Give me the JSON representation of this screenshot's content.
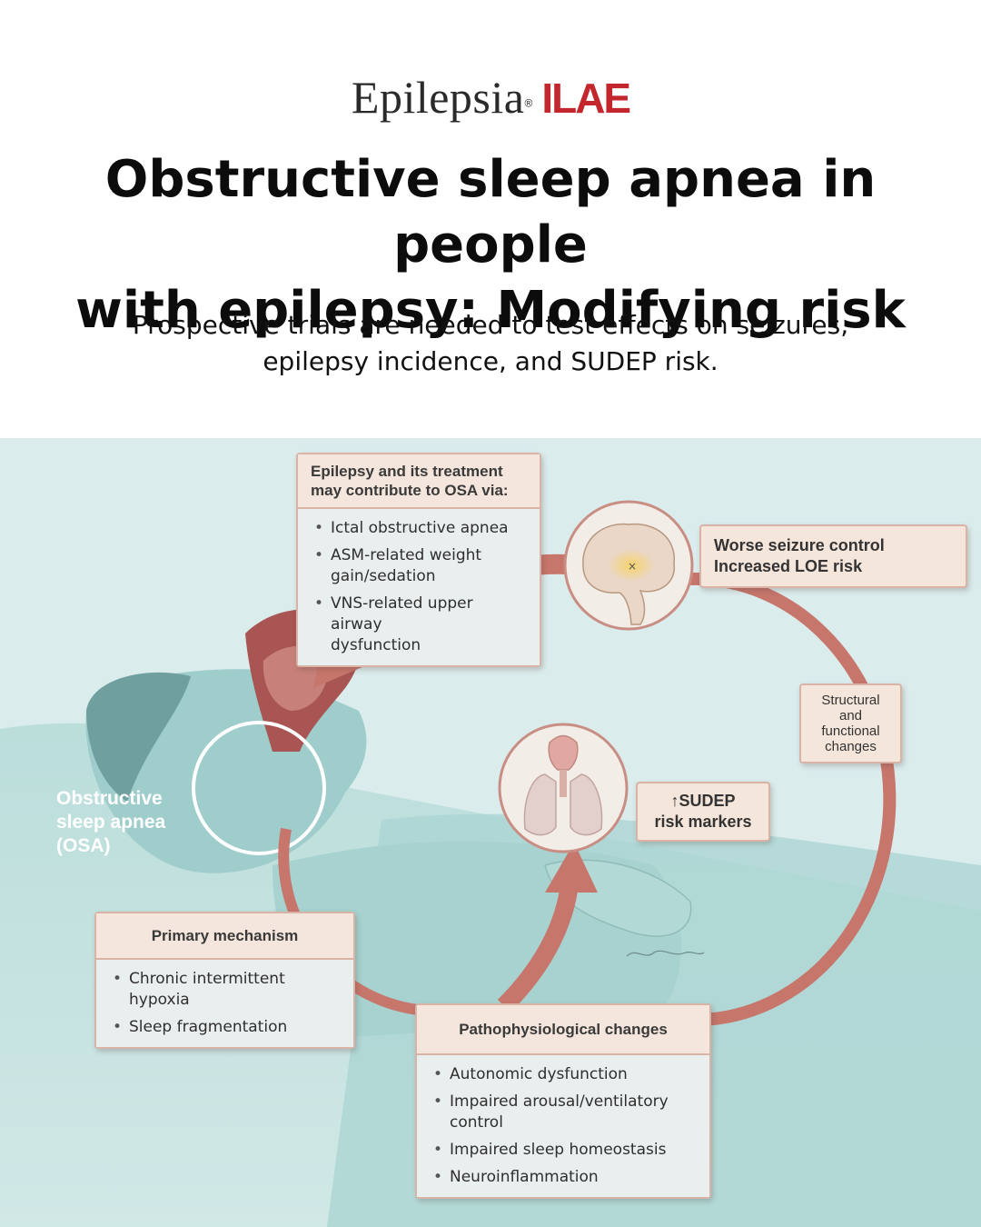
{
  "logo": {
    "wordmark": "Epilepsia",
    "reg": "®",
    "org": "ILAE"
  },
  "title": {
    "line1": "Obstructive sleep apnea in people",
    "line2": "with epilepsy: Modifying risk"
  },
  "subtitle": {
    "line1": "Prospective trials are needed to test effects on seizures,",
    "line2": "epilepsy incidence, and SUDEP risk."
  },
  "contrib_box": {
    "heading_line1": "Epilepsy and its treatment",
    "heading_line2": "may contribute to OSA via:",
    "items": [
      {
        "l1": "Ictal obstructive apnea",
        "l2": ""
      },
      {
        "l1": "ASM-related weight",
        "l2": "gain/sedation"
      },
      {
        "l1": "VNS-related upper airway",
        "l2": "dysfunction"
      }
    ]
  },
  "seizure_tag": {
    "line1": "Worse seizure control",
    "line2": "Increased LOE risk"
  },
  "structural_tag": {
    "l1": "Structural",
    "l2": "and",
    "l3": "functional",
    "l4": "changes"
  },
  "sudep_tag": {
    "arrow": "↑",
    "line1": "SUDEP",
    "line2": "risk markers"
  },
  "osa_label": {
    "l1": "Obstructive",
    "l2": "sleep apnea",
    "l3": "(OSA)"
  },
  "mechanism_box": {
    "heading": "Primary mechanism",
    "items": [
      "Chronic intermittent hypoxia",
      "Sleep fragmentation"
    ]
  },
  "patho_box": {
    "heading": "Pathophysiological changes",
    "items": [
      {
        "l1": "Autonomic dysfunction",
        "l2": ""
      },
      {
        "l1": "Impaired arousal/ventilatory",
        "l2": "control"
      },
      {
        "l1": "Impaired sleep homeostasis",
        "l2": ""
      },
      {
        "l1": "Neuroinflammation",
        "l2": ""
      }
    ]
  },
  "colors": {
    "panel_bg": "#dbeced",
    "arrow": "#c7766c",
    "logo_red": "#c4262e",
    "box_fill": "#f4e6dc",
    "box_border": "#d8b3a6",
    "skin": "#9fcdcb"
  }
}
